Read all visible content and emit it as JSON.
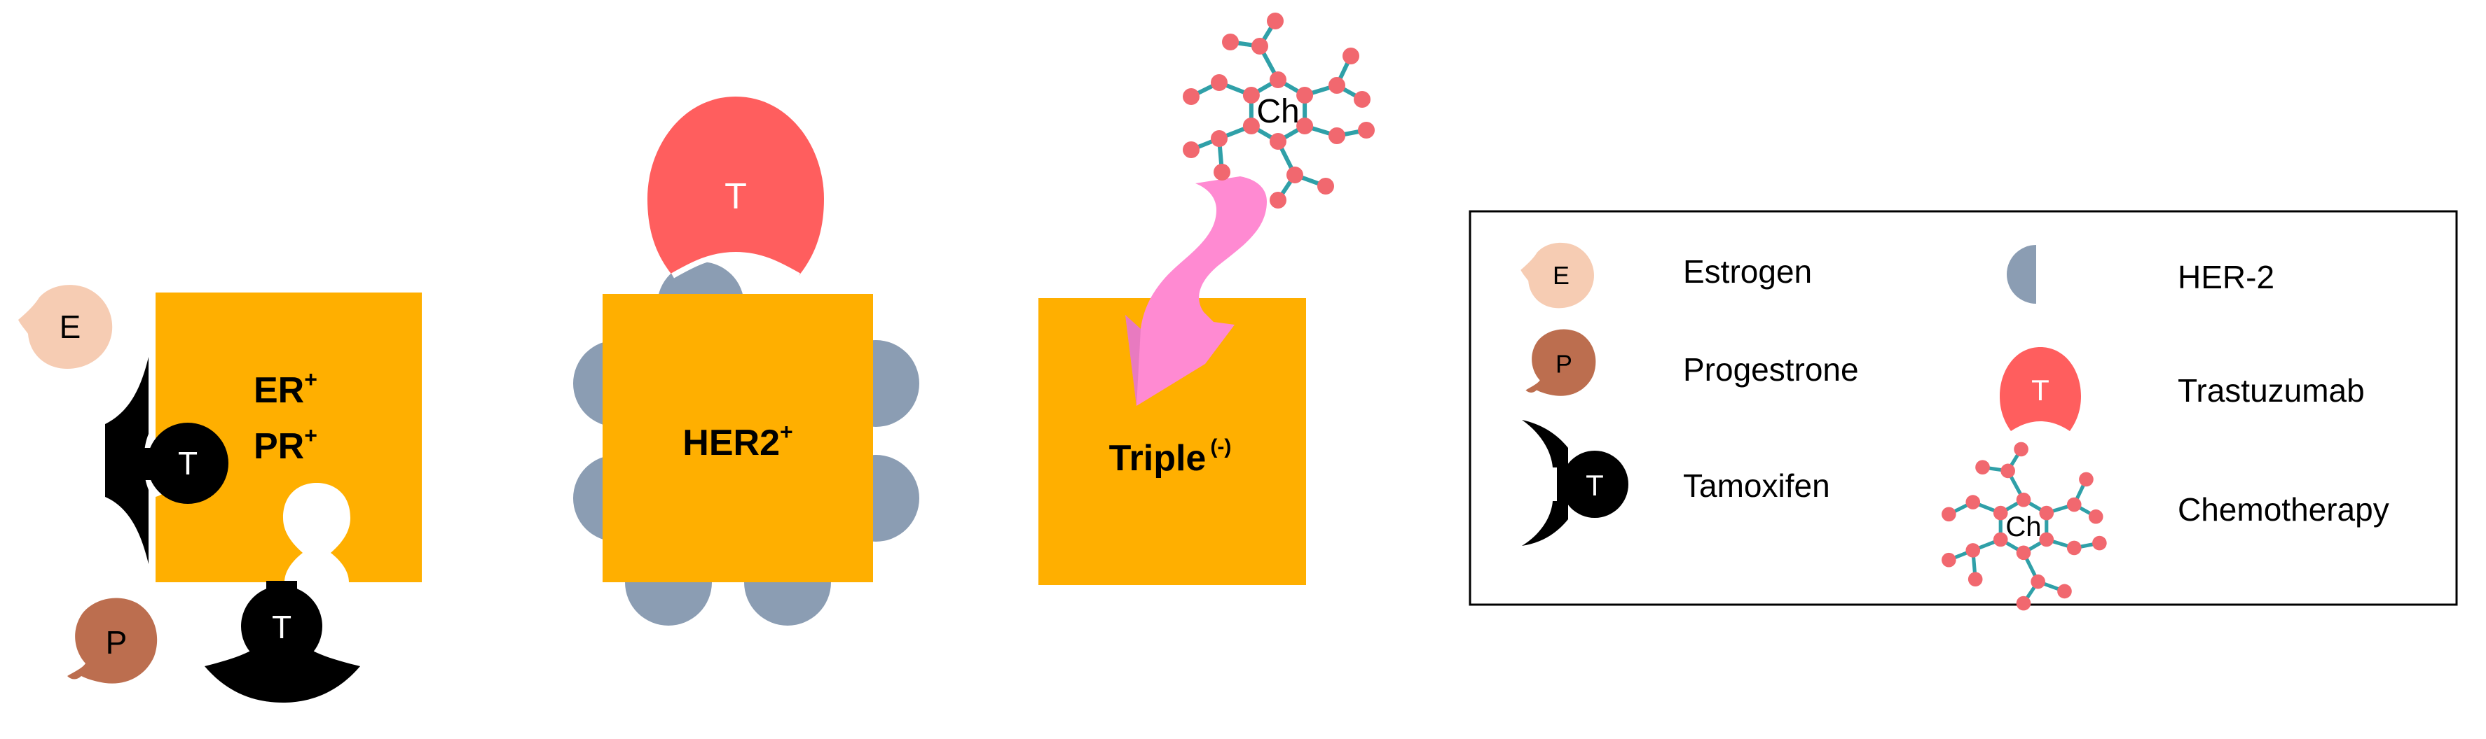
{
  "colors": {
    "cell": "#FFAF00",
    "estrogen": "#F6CCB3",
    "progesterone": "#BC6E4F",
    "tamoxifen": "#000000",
    "her2": "#8B9DB3",
    "trastuzumab": "#FF5E5E",
    "chemo_atom": "#F1686F",
    "chemo_bond": "#2FA0A8",
    "arrow": "#FF8AD2",
    "legend_border": "#000000"
  },
  "cells": {
    "er_pr": {
      "line1": "ER",
      "line1_sup": "+",
      "line2": "PR",
      "line2_sup": "+"
    },
    "her2": {
      "label": "HER2",
      "sup": "+"
    },
    "triple": {
      "label": "Triple",
      "sup": "(-)"
    }
  },
  "symbols": {
    "estrogen": "E",
    "progesterone": "P",
    "tamoxifen": "T",
    "trastuzumab": "T",
    "chemotherapy": "Ch"
  },
  "legend": {
    "estrogen": "Estrogen",
    "progesterone": "Progestrone",
    "tamoxifen": "Tamoxifen",
    "her2": "HER-2",
    "trastuzumab": "Trastuzumab",
    "chemotherapy": "Chemotherapy"
  }
}
